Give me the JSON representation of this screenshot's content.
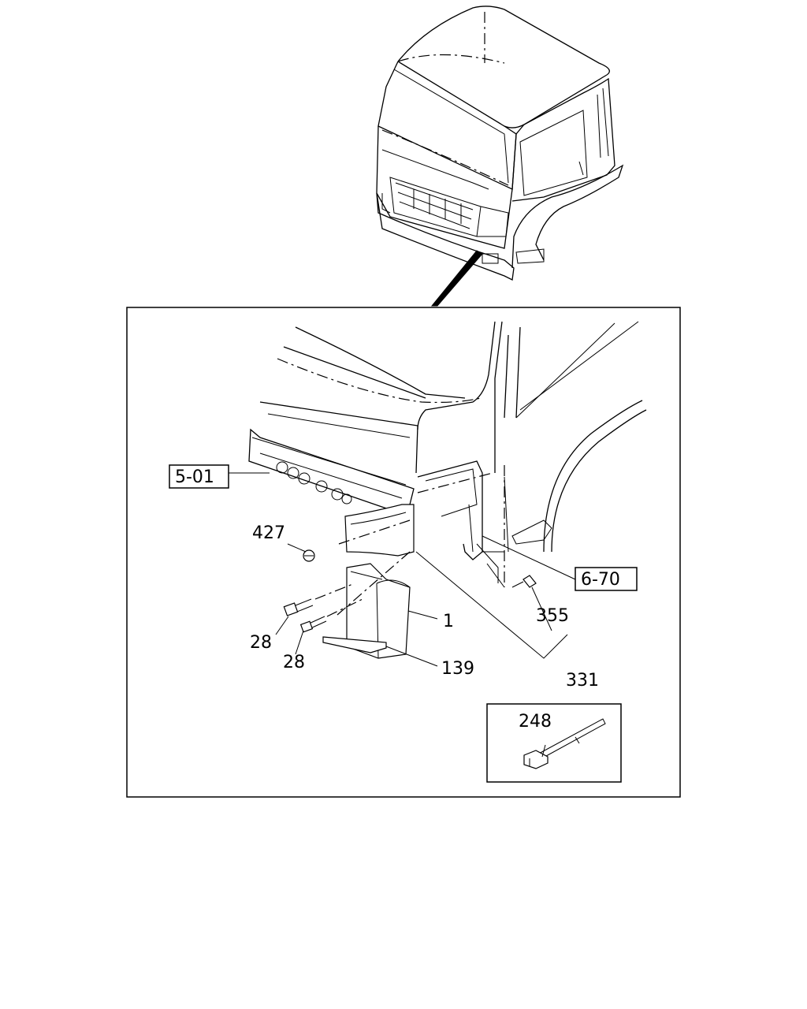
{
  "callouts": {
    "ref_5_01": "5-01",
    "ref_6_70": "6-70",
    "p427": "427",
    "p28a": "28",
    "p28b": "28",
    "p1": "1",
    "p139": "139",
    "p355": "355",
    "p331": "331",
    "p248": "248"
  }
}
